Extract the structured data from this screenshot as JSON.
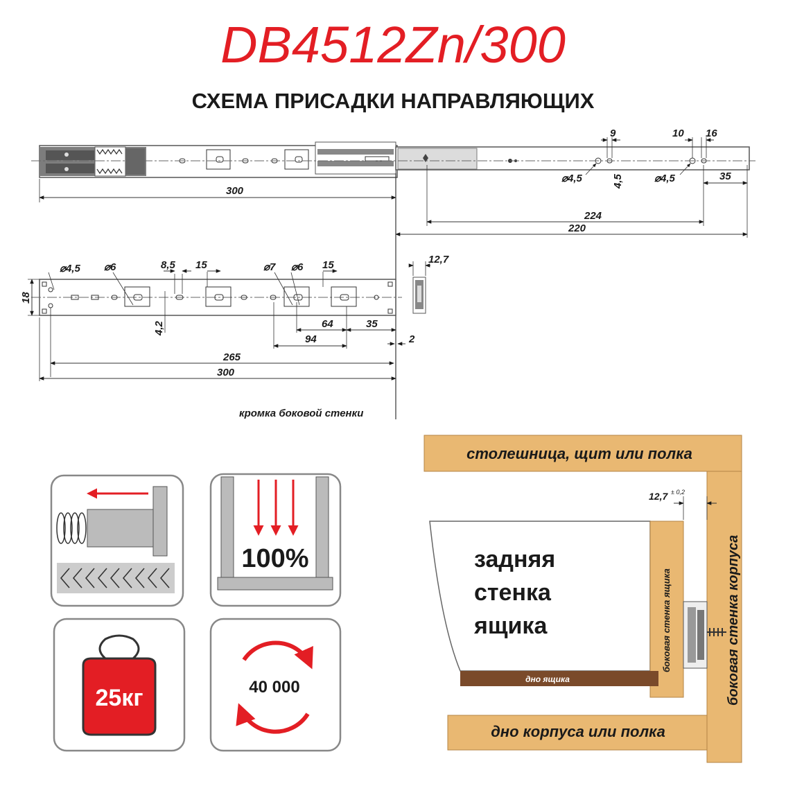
{
  "header": {
    "model": "DB4512Zn/300",
    "subtitle": "СХЕМА ПРИСАДКИ НАПРАВЛЯЮЩИХ"
  },
  "top_drawing": {
    "dims": {
      "d9": "9",
      "d10": "10",
      "d16": "16",
      "hole_a": "⌀4,5",
      "v45": "4,5",
      "hole_b": "⌀4,5",
      "d35": "35",
      "d300": "300",
      "d224": "224",
      "d220": "220"
    }
  },
  "bottom_drawing": {
    "dims": {
      "hole45": "⌀4,5",
      "hole6a": "⌀6",
      "d85": "8,5",
      "d15a": "15",
      "hole7": "⌀7",
      "hole6b": "⌀6",
      "d15b": "15",
      "d127": "12,7",
      "d18": "18",
      "d42": "4,2",
      "d64": "64",
      "d35": "35",
      "d94": "94",
      "d2": "2",
      "d265": "265",
      "d300": "300"
    },
    "edge_note": "кромка боковой стенки"
  },
  "features": {
    "load_capacity": "25кг",
    "full_extension": "100%",
    "cycles": "40 000"
  },
  "install": {
    "countertop": "столешница, щит или полка",
    "back_wall": [
      "задняя",
      "стенка",
      "ящика"
    ],
    "gap": "12,7",
    "gap_tol": "± 0,2",
    "drawer_side": "боковая стенка ящика",
    "case_side": "боковая стенка корпуса",
    "drawer_bottom": "дно ящика",
    "case_bottom": "дно корпуса или полка"
  },
  "colors": {
    "accent": "#e31e24",
    "wood": "#e9b872",
    "wood_dark": "#7a4a2a",
    "gray": "#b4b4b4"
  }
}
